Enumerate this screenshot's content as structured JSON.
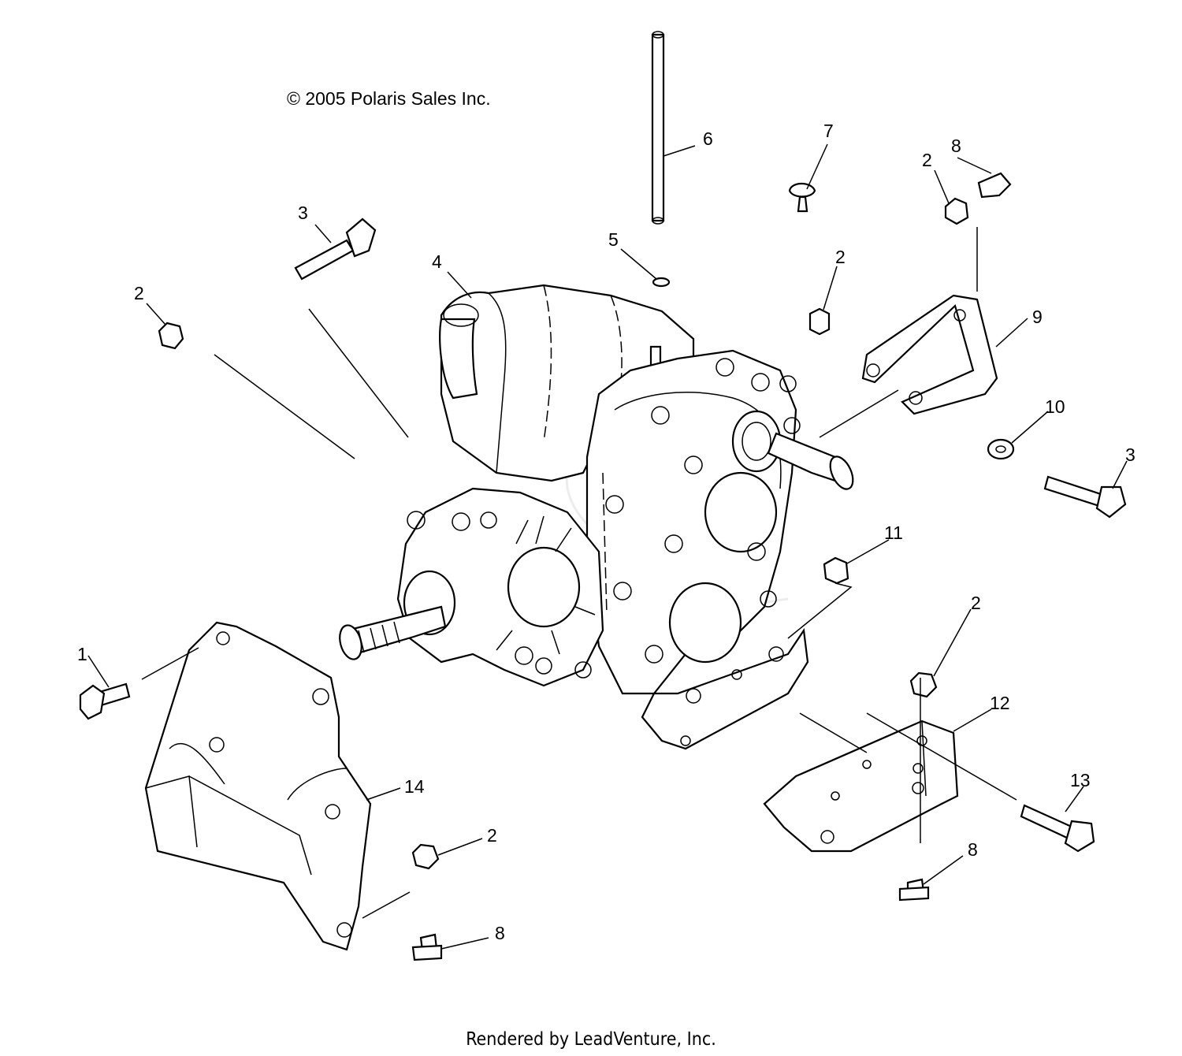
{
  "copyright": "© 2005 Polaris Sales Inc.",
  "footer": "Rendered by LeadVenture, Inc.",
  "callouts": [
    "1",
    "2",
    "3",
    "4",
    "5",
    "6",
    "7",
    "8",
    "9",
    "10",
    "11",
    "12",
    "13",
    "14"
  ]
}
